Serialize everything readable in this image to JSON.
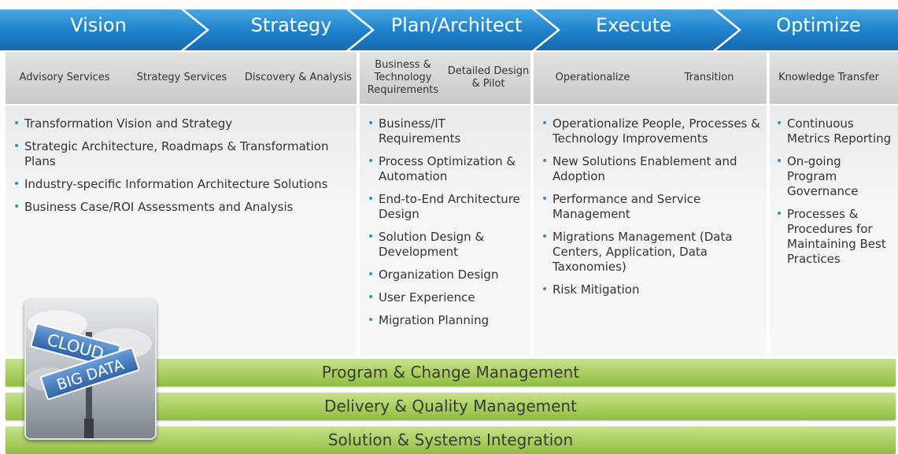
{
  "phases": [
    "Vision",
    "Strategy",
    "Plan/Architect",
    "Execute",
    "Optimize"
  ],
  "sub_services": {
    "vision_strategy": [
      "Advisory Services",
      "Strategy Services",
      "Discovery & Analysis"
    ],
    "plan": [
      "Business & Technology Requirements",
      "Detailed Design & Pilot"
    ],
    "execute": [
      "Operationalize",
      "Transition"
    ],
    "optimize": [
      "Knowledge Transfer"
    ]
  },
  "columns": {
    "vision_strategy": [
      "Transformation Vision and Strategy",
      "Strategic Architecture, Roadmaps & Transformation Plans",
      "Industry-specific Information Architecture Solutions",
      "Business Case/ROI Assessments and Analysis"
    ],
    "plan": [
      "Business/IT Requirements",
      "Process Optimization & Automation",
      "End-to-End Architecture Design",
      "Solution Design & Development",
      "Organization Design",
      "User Experience",
      "Migration Planning"
    ],
    "execute": [
      "Operationalize People, Processes & Technology Improvements",
      "New Solutions Enablement and Adoption",
      "Performance and Service Management",
      "Migrations Management (Data Centers, Application, Data Taxonomies)",
      "Risk Mitigation"
    ],
    "optimize": [
      "Continuous Metrics Reporting",
      "On-going Program Governance",
      "Processes & Procedures for Maintaining Best Practices"
    ]
  },
  "bars": [
    "Program & Change Management",
    "Delivery & Quality Management",
    "Solution & Systems Integration"
  ],
  "photo_signs": [
    "CLOUD",
    "BIG DATA"
  ],
  "colors": {
    "chevron_blue": "#1f7ec4",
    "bullet_blue": "#2e8dcf",
    "bar_green": "#a9cf5e"
  }
}
